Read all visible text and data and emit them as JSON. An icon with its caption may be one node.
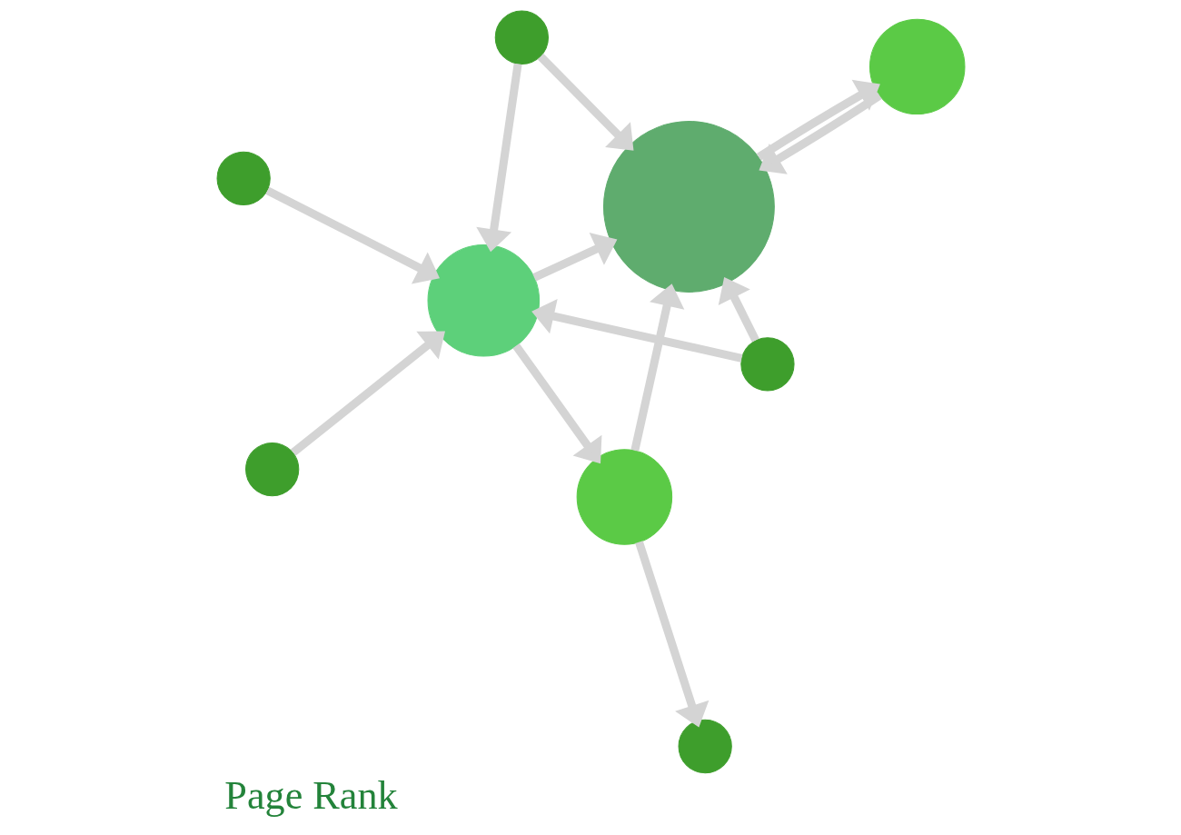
{
  "diagram": {
    "title": "Page Rank",
    "nodes": [
      {
        "text": [],
        "shape": "circle"
      },
      {
        "text": [],
        "shape": "circle"
      },
      {
        "text": [],
        "shape": "circle"
      },
      {
        "text": [],
        "shape": "circle"
      },
      {
        "text": [],
        "shape": "circle"
      },
      {
        "text": [],
        "shape": "circle"
      },
      {
        "text": [],
        "shape": "circle"
      },
      {
        "text": [],
        "shape": "circle"
      },
      {
        "text": [],
        "shape": "circle"
      }
    ],
    "edges": [
      {
        "from": 1,
        "to": 0,
        "arrow": "to"
      },
      {
        "from": 0,
        "to": 1,
        "arrow": "to"
      },
      {
        "from": 4,
        "to": 0,
        "arrow": "to"
      },
      {
        "from": 3,
        "to": 0,
        "arrow": "to"
      },
      {
        "from": 4,
        "to": 3,
        "arrow": "to"
      },
      {
        "from": 3,
        "to": 5,
        "arrow": "to"
      },
      {
        "from": 5,
        "to": 2,
        "arrow": "to"
      },
      {
        "from": 5,
        "to": 0,
        "arrow": "to"
      },
      {
        "from": 6,
        "to": 3,
        "arrow": "to"
      },
      {
        "from": 8,
        "to": 3,
        "arrow": "to"
      },
      {
        "from": 7,
        "to": 3,
        "arrow": "to"
      },
      {
        "from": 7,
        "to": 0,
        "arrow": "to"
      }
    ]
  }
}
